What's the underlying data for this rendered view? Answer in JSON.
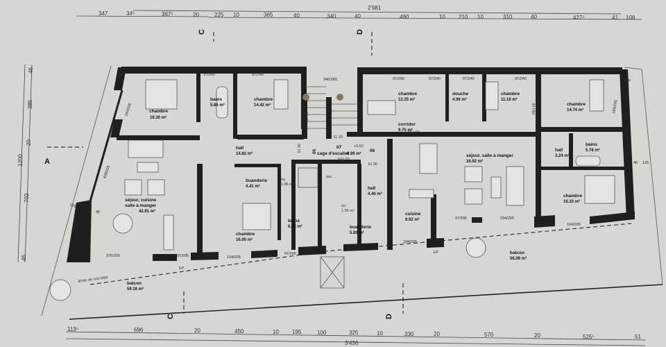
{
  "dimensions": {
    "top_total": "2'981",
    "top": [
      "347",
      "34⁵",
      "367⁵",
      "20",
      "225",
      "10",
      "365",
      "40",
      "340",
      "40",
      "490",
      "10",
      "210",
      "10",
      "310",
      "40",
      "427⁵",
      "41",
      "108"
    ],
    "bottom_total": "3'436",
    "bottom": [
      "113⁵",
      "696",
      "20",
      "450",
      "10",
      "195",
      "100",
      "325",
      "10",
      "330",
      "20",
      "570",
      "20",
      "525⁵",
      "51"
    ],
    "left_total": "1200",
    "left": [
      "46",
      "385",
      "20",
      "703",
      "46"
    ],
    "right": [
      "46",
      "125"
    ],
    "left_offset": [
      "125",
      "46"
    ]
  },
  "sections": {
    "a": "A",
    "c": "C",
    "d": "D"
  },
  "rooms": [
    {
      "name": "chambre",
      "area": "16.30 m²"
    },
    {
      "name": "bains",
      "area": "5.86 m²"
    },
    {
      "name": "chambre",
      "area": "14.42 m²"
    },
    {
      "name": "hall",
      "area": "14.82 m²"
    },
    {
      "name": "séjour, cuisine",
      "name2": "salle à manger",
      "area": "42.91 m²"
    },
    {
      "name": "buanderie",
      "area": "4.41 m²"
    },
    {
      "name": "wc",
      "area": "1.86 m²"
    },
    {
      "name": "chambre",
      "area": "16.00 m²"
    },
    {
      "name": "bains",
      "area": "6.43 m²"
    },
    {
      "name": "cage d'escalier",
      "area": "6.90 m²"
    },
    {
      "name": "asc."
    },
    {
      "name": "hall",
      "area": "4.46 m²"
    },
    {
      "name": "wc",
      "area": "1.95 m²"
    },
    {
      "name": "buanderie",
      "area": "5.80 m²"
    },
    {
      "name": "chambre",
      "area": "12.25 m²"
    },
    {
      "name": "douche",
      "area": "4.96 m²"
    },
    {
      "name": "chambre",
      "area": "11.16 m²"
    },
    {
      "name": "corridor",
      "area": "9.75 m²"
    },
    {
      "name": "séjour, salle à manger",
      "area": "34.92 m²"
    },
    {
      "name": "cuisine",
      "area": "8.92 m²"
    },
    {
      "name": "chambre",
      "area": "14.74 m²"
    },
    {
      "name": "hall",
      "area": "3.24 m²"
    },
    {
      "name": "bains",
      "area": "5.78 m²"
    },
    {
      "name": "chambre",
      "area": "16.33 m²"
    },
    {
      "name": "balcon",
      "area": "59.16 m²"
    },
    {
      "name": "balcon",
      "area": "56.09 m²"
    }
  ],
  "windows": {
    "w97_240": "97/240",
    "w340_280": "340/280",
    "w184_205": "184/205",
    "w408_205": "408/205",
    "w375_205": "375/205",
    "w97_205": "97/205",
    "w194_205": "194/205",
    "w294_205": "294/205"
  },
  "tags": {
    "ep": "EP",
    "rei60": "REI 60",
    "ei30": "EI 30",
    "level": "+5.60",
    "stair_07": "07",
    "stair_05": "05",
    "stair_06": "06",
    "limit": "limite de non bâtir"
  }
}
